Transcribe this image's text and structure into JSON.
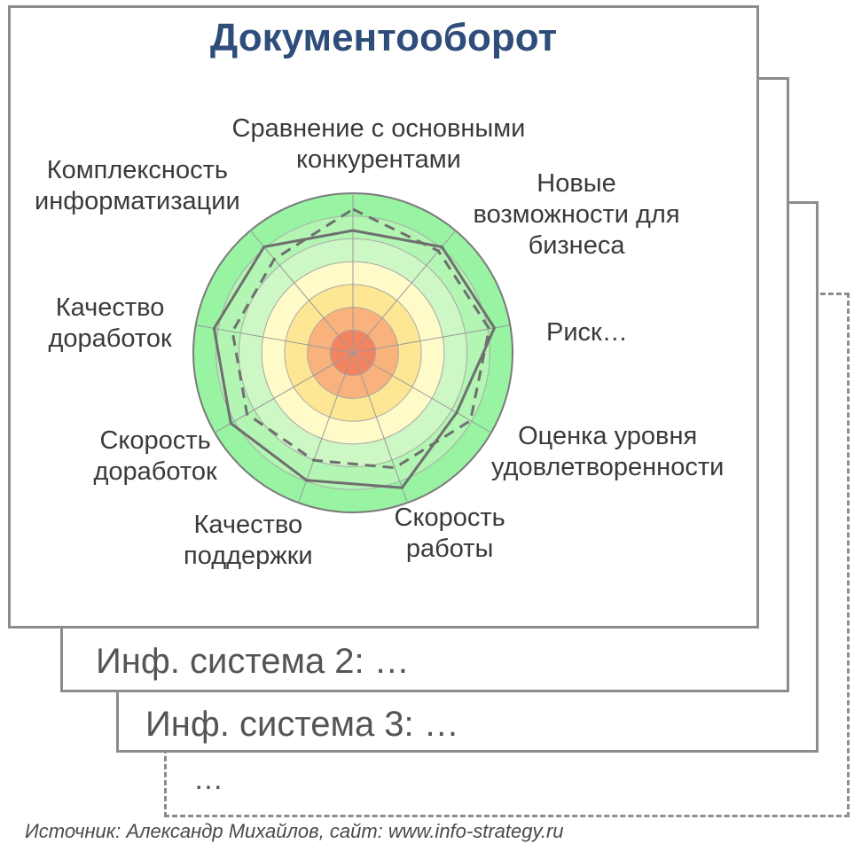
{
  "title": "Документооборот",
  "axes": [
    "Сравнение с основными конкурентами",
    "Новые возможности для бизнеса",
    "Риск…",
    "Оценка уровня удовлетворенности",
    "Скорость работы",
    "Качество поддержки",
    "Скорость доработок",
    "Качество доработок",
    "Комплексность информатизации"
  ],
  "axis_lines": [
    [
      "Сравнение с основными",
      "конкурентами"
    ],
    [
      "Новые",
      "возможности для",
      "бизнеса"
    ],
    [
      "Риск…"
    ],
    [
      "Оценка уровня",
      "удовлетворенности"
    ],
    [
      "Скорость",
      "работы"
    ],
    [
      "Качество",
      "поддержки"
    ],
    [
      "Скорость",
      "доработок"
    ],
    [
      "Качество",
      "доработок"
    ],
    [
      "Комплексность",
      "информатизации"
    ]
  ],
  "other_systems": [
    "Инф. система 2: …",
    "Инф. система 3: …",
    "…"
  ],
  "source": "Источник: Александр Михайлов, сайт: www.info-strategy.ru",
  "chart_data": {
    "type": "radar",
    "scale_max": 6,
    "ring_colors": [
      "#f4845f",
      "#f9b27c",
      "#fde694",
      "#fffbc8",
      "#cdf7c4",
      "#b3f5b3",
      "#98f3a3"
    ],
    "series": [
      {
        "style": "solid",
        "color": "#6f6f6f",
        "values": [
          4.6,
          5.2,
          5.4,
          4.5,
          5.4,
          5.1,
          5.3,
          5.3,
          5.2
        ]
      },
      {
        "style": "dashed",
        "color": "#6f6f6f",
        "values": [
          5.4,
          5.0,
          5.2,
          5.1,
          4.6,
          4.3,
          4.6,
          4.6,
          4.6
        ]
      }
    ]
  }
}
